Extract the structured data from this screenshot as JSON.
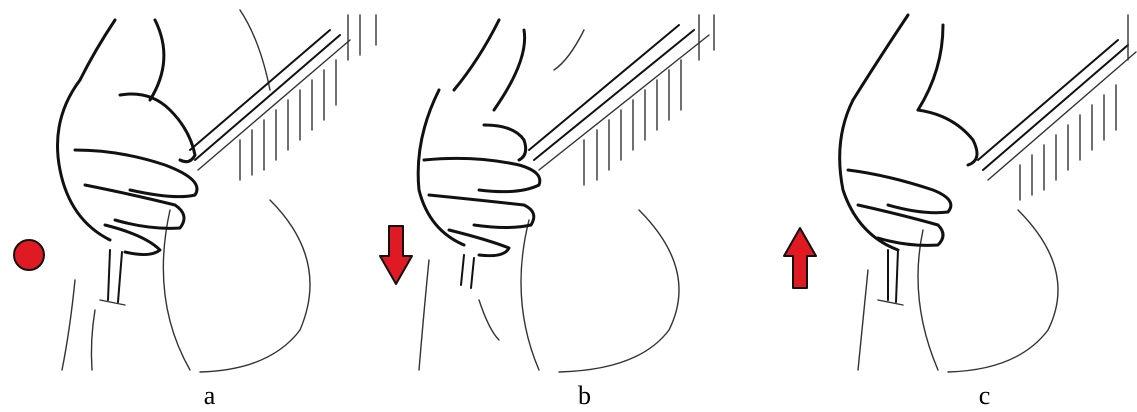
{
  "figure": {
    "panels": [
      {
        "id": "a",
        "label": "a",
        "indicator": "dot",
        "indicator_color": "#e01a22"
      },
      {
        "id": "b",
        "label": "b",
        "indicator": "arrow-down",
        "indicator_color": "#e01a22"
      },
      {
        "id": "c",
        "label": "c",
        "indicator": "arrow-up",
        "indicator_color": "#e01a22"
      }
    ]
  }
}
